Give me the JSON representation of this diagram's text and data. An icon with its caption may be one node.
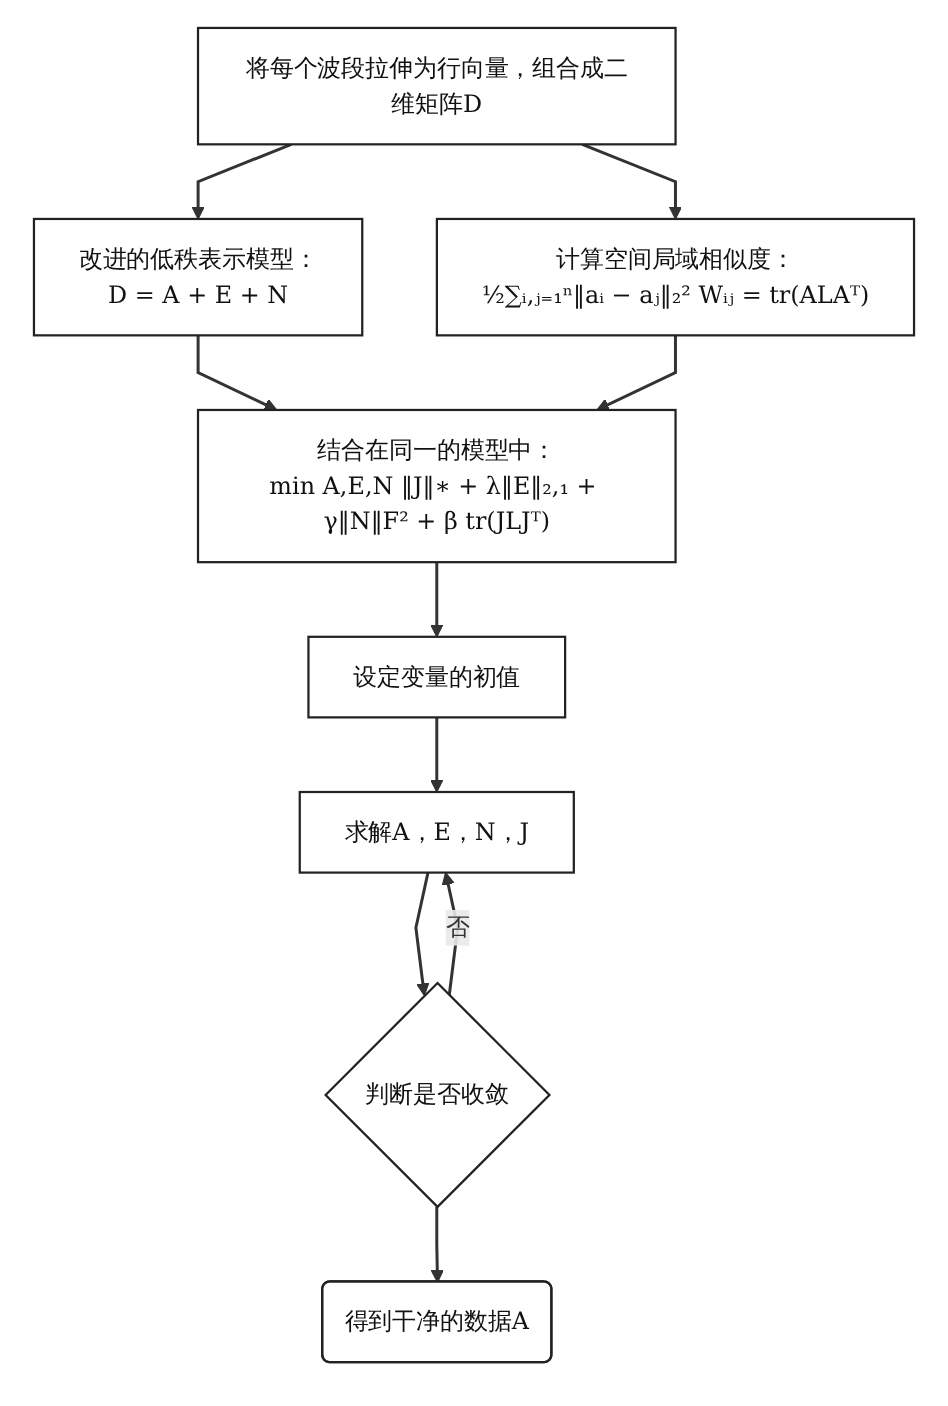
{
  "diagram": {
    "nodes": [
      {
        "text": [
          "将每个波段拉伸为行向量，组合成二维矩阵D"
        ]
      },
      {
        "text": [
          "改进的低秩表示模型：",
          "D = A + E + N"
        ]
      },
      {
        "text": [
          "计算空间局域相似度：",
          "½∑ᵢ,ⱼ₌₁ⁿ‖aᵢ − aⱼ‖₂² Wᵢⱼ = tr(ALAᵀ)"
        ]
      },
      {
        "text": [
          "结合在同一的模型中：",
          "min A,E,N ‖J‖∗ + λ‖E‖₂,₁ + γ‖N‖F² + β tr(JLJᵀ)"
        ]
      },
      {
        "text": [
          "设定变量的初值"
        ]
      },
      {
        "text": [
          "求解A，E，N，J"
        ]
      },
      {
        "text": [
          "判断是否收敛"
        ]
      },
      {
        "text": [
          "得到干净的数据A"
        ]
      }
    ],
    "edges": [
      {
        "from": 0,
        "to": 1,
        "arrow": "to"
      },
      {
        "from": 0,
        "to": 2,
        "arrow": "to"
      },
      {
        "from": 1,
        "to": 3,
        "arrow": "to"
      },
      {
        "from": 2,
        "to": 3,
        "arrow": "to"
      },
      {
        "from": 3,
        "to": 4,
        "arrow": "to"
      },
      {
        "from": 4,
        "to": 5,
        "arrow": "to"
      },
      {
        "from": 5,
        "to": 6,
        "arrow": "to"
      },
      {
        "from": 6,
        "to": 5,
        "arrow": "to",
        "label": "否"
      },
      {
        "from": 6,
        "to": 7,
        "arrow": "to"
      }
    ]
  }
}
